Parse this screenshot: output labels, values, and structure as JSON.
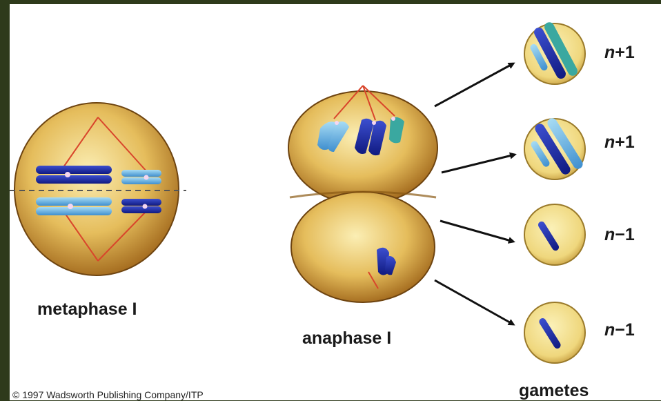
{
  "labels": {
    "metaphase": "metaphase I",
    "anaphase": "anaphase I",
    "gametes": "gametes",
    "copyright": "© 1997 Wadsworth Publishing Company/ITP"
  },
  "gametes": [
    {
      "n": "n",
      "sign": "+1"
    },
    {
      "n": "n",
      "sign": "+1"
    },
    {
      "n": "n",
      "sign": "−1"
    },
    {
      "n": "n",
      "sign": "−1"
    }
  ],
  "colors": {
    "background_frame": "#2e3a1b",
    "cell_fill": "#e0b655",
    "cell_edge": "#8a5a14",
    "spindle": "#d9452b",
    "chromosome_dark": "#1f2fa8",
    "chromosome_light": "#5fb0df",
    "chromosome_teal": "#3aa8a0",
    "gamete_fill": "#f0e08a"
  }
}
